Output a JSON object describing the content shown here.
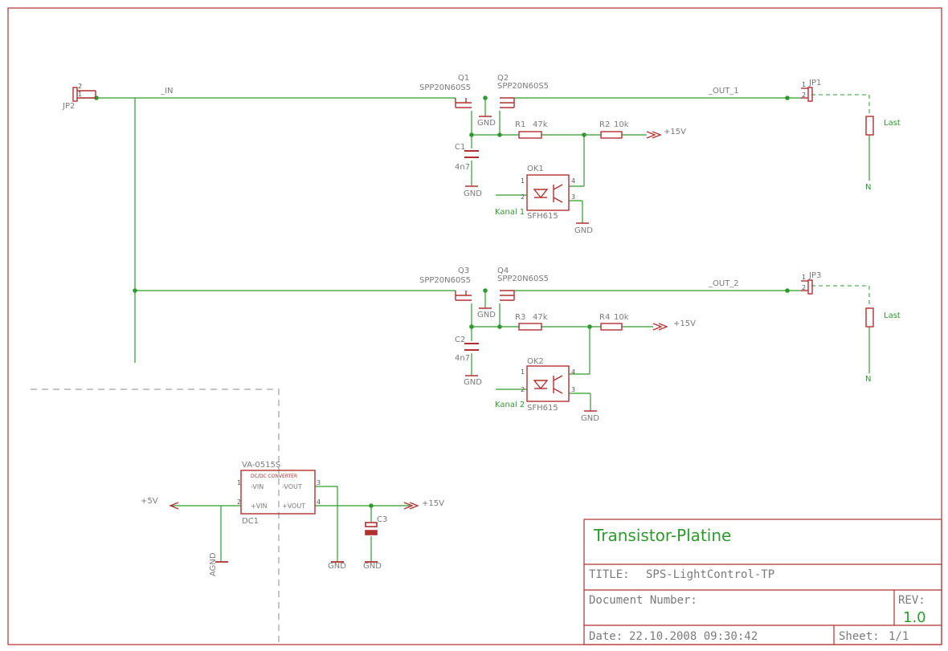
{
  "colors": {
    "wire": "#2e9a2e",
    "part": "#b03030",
    "text": "#7a7a7a",
    "frame": "#b03030",
    "dash": "#888888"
  },
  "parts": {
    "jp2": "JP2",
    "jp1": "JP1",
    "jp3": "JP3",
    "q1": "Q1",
    "q2": "Q2",
    "q3": "Q3",
    "q4": "Q4",
    "mosfet_value": "SPP20N60S5",
    "gnd": "GND",
    "agnd": "AGND",
    "c1": "C1",
    "c2": "C2",
    "c3": "C3",
    "c_value": "4n7",
    "r1": "R1",
    "r3": "R3",
    "r_small_value": "47k",
    "r2": "R2",
    "r4": "R4",
    "r_big_value": "10k",
    "ok1": "OK1",
    "ok2": "OK2",
    "opto_value": "SFH615",
    "dc1": "DC1",
    "dc_value": "VA-0515S",
    "dc_title": "DC/DC CONVERTER",
    "dc_pins": {
      "nvin": "-VIN",
      "pvin": "+VIN",
      "nvout": "-VOUT",
      "pvout": "+VOUT"
    },
    "plus15": "+15V",
    "plus5": "+5V"
  },
  "nets": {
    "in": "_IN",
    "out1": "_OUT_1",
    "out2": "_OUT_2",
    "kanal1": "Kanal 1",
    "kanal2": "Kanal 2",
    "last": "Last",
    "n": "N"
  },
  "titleblock": {
    "heading": "Transistor-Platine",
    "title_label": "TITLE:",
    "title_value": "SPS-LightControl-TP",
    "docnum_label": "Document Number:",
    "rev_label": "REV:",
    "rev_value": "1.0",
    "date_label": "Date:",
    "date_value": "22.10.2008 09:30:42",
    "sheet_label": "Sheet:",
    "sheet_value": "1/1"
  }
}
